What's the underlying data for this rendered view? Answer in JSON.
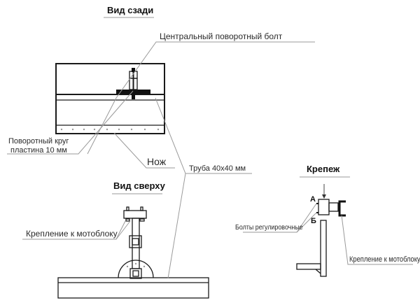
{
  "drawing": {
    "views": {
      "rear_view_title": "Вид сзади",
      "top_view_title": "Вид сверху",
      "fastener_title": "Крепеж"
    },
    "callouts": {
      "central_bolt": "Центральный поворотный болт",
      "turn_circle_line1": "Поворотный круг",
      "turn_circle_line2": "пластина 10 мм",
      "knife": "Нож",
      "pipe": "Труба 40х40 мм",
      "mount_top_view": "Крепление к мотоблоку",
      "adjusting_bolts": "Болты регулировочные",
      "mount_fastener": "Крепление к мотоблоку",
      "point_a": "А",
      "point_b": "Б"
    },
    "colors": {
      "line": "#1a1a1a",
      "leader": "#9a9a9a",
      "background": "#ffffff"
    }
  }
}
